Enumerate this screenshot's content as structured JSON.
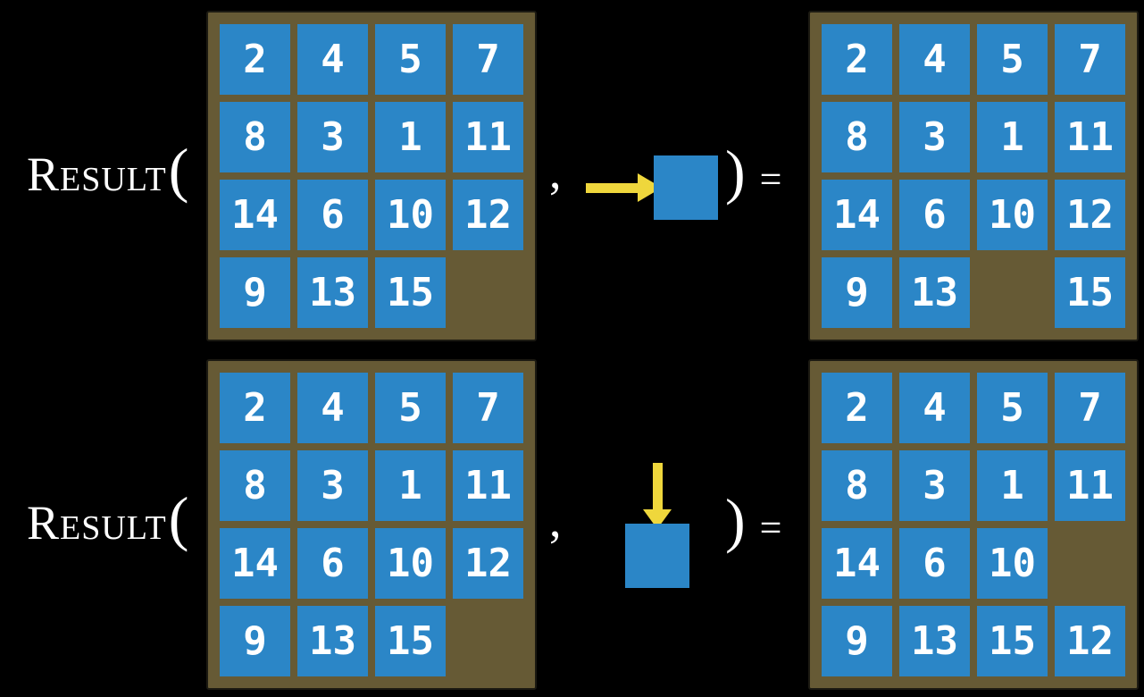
{
  "colors": {
    "background": "#000000",
    "board_frame": "#665a35",
    "board_frame_edge": "#1c1a12",
    "tile": "#2b86c7",
    "tile_text": "#ffffff",
    "arrow": "#efd73c",
    "label_text": "#ffffff"
  },
  "expression": {
    "function_name": "Result",
    "open_paren": "(",
    "comma": ",",
    "close_paren": ")",
    "equals": "="
  },
  "rows": [
    {
      "action_direction": "right",
      "input_board": [
        [
          "2",
          "4",
          "5",
          "7"
        ],
        [
          "8",
          "3",
          "1",
          "11"
        ],
        [
          "14",
          "6",
          "10",
          "12"
        ],
        [
          "9",
          "13",
          "15",
          ""
        ]
      ],
      "result_board": [
        [
          "2",
          "4",
          "5",
          "7"
        ],
        [
          "8",
          "3",
          "1",
          "11"
        ],
        [
          "14",
          "6",
          "10",
          "12"
        ],
        [
          "9",
          "13",
          "",
          "15"
        ]
      ]
    },
    {
      "action_direction": "down",
      "input_board": [
        [
          "2",
          "4",
          "5",
          "7"
        ],
        [
          "8",
          "3",
          "1",
          "11"
        ],
        [
          "14",
          "6",
          "10",
          "12"
        ],
        [
          "9",
          "13",
          "15",
          ""
        ]
      ],
      "result_board": [
        [
          "2",
          "4",
          "5",
          "7"
        ],
        [
          "8",
          "3",
          "1",
          "11"
        ],
        [
          "14",
          "6",
          "10",
          ""
        ],
        [
          "9",
          "13",
          "15",
          "12"
        ]
      ]
    }
  ]
}
